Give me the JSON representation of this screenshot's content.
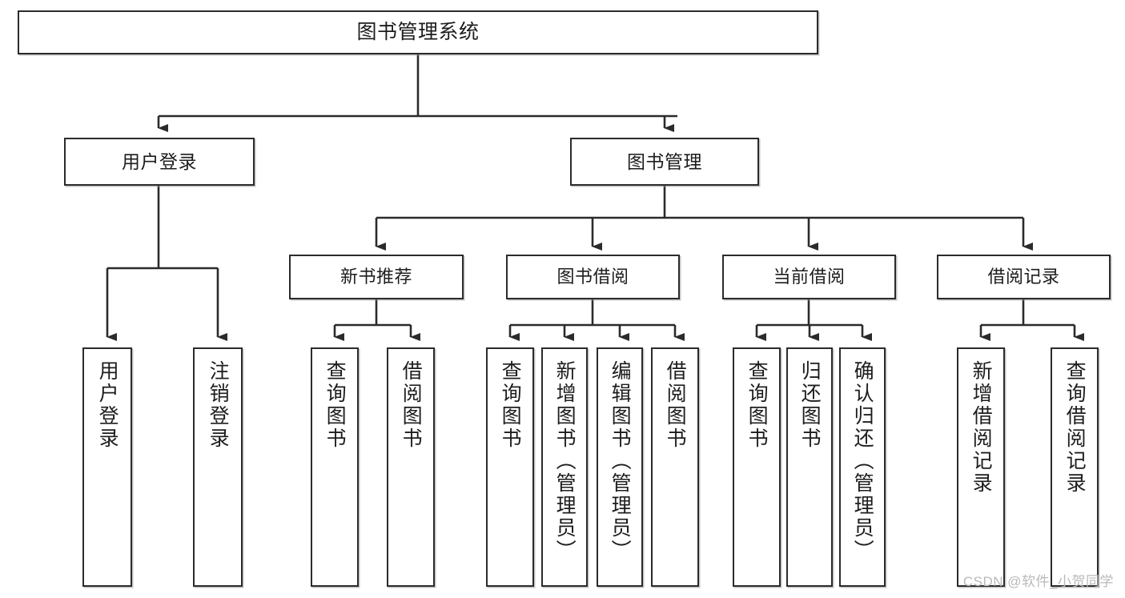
{
  "diagram": {
    "title_node": {
      "label": "图书管理系统"
    },
    "level2": [
      {
        "id": "user-login",
        "label": "用户登录"
      },
      {
        "id": "book-management",
        "label": "图书管理"
      }
    ],
    "level3": [
      {
        "id": "new-book-recommend",
        "label": "新书推荐"
      },
      {
        "id": "book-borrow",
        "label": "图书借阅"
      },
      {
        "id": "current-borrow",
        "label": "当前借阅"
      },
      {
        "id": "borrow-record",
        "label": "借阅记录"
      }
    ],
    "leaves": [
      {
        "id": "leaf-user-login",
        "label": "用户登录"
      },
      {
        "id": "leaf-logout-login",
        "label": "注销登录"
      },
      {
        "id": "leaf-query-book-1",
        "label": "查询图书"
      },
      {
        "id": "leaf-borrow-book-1",
        "label": "借阅图书"
      },
      {
        "id": "leaf-query-book-2",
        "label": "查询图书"
      },
      {
        "id": "leaf-add-book",
        "label": "新增图书（管理员）"
      },
      {
        "id": "leaf-edit-book",
        "label": "编辑图书（管理员）"
      },
      {
        "id": "leaf-borrow-book-2",
        "label": "借阅图书"
      },
      {
        "id": "leaf-query-book-3",
        "label": "查询图书"
      },
      {
        "id": "leaf-return-book",
        "label": "归还图书"
      },
      {
        "id": "leaf-confirm-return",
        "label": "确认归还（管理员）"
      },
      {
        "id": "leaf-add-borrow-record",
        "label": "新增借阅记录"
      },
      {
        "id": "leaf-query-borrow-record",
        "label": "查询借阅记录"
      }
    ],
    "watermark": "CSDN @软件_小贺同学",
    "colors": {
      "stroke": "#2b2b2b",
      "fill": "#ffffff",
      "text": "#1d1d1d",
      "watermark": "#b9b9b9"
    }
  }
}
